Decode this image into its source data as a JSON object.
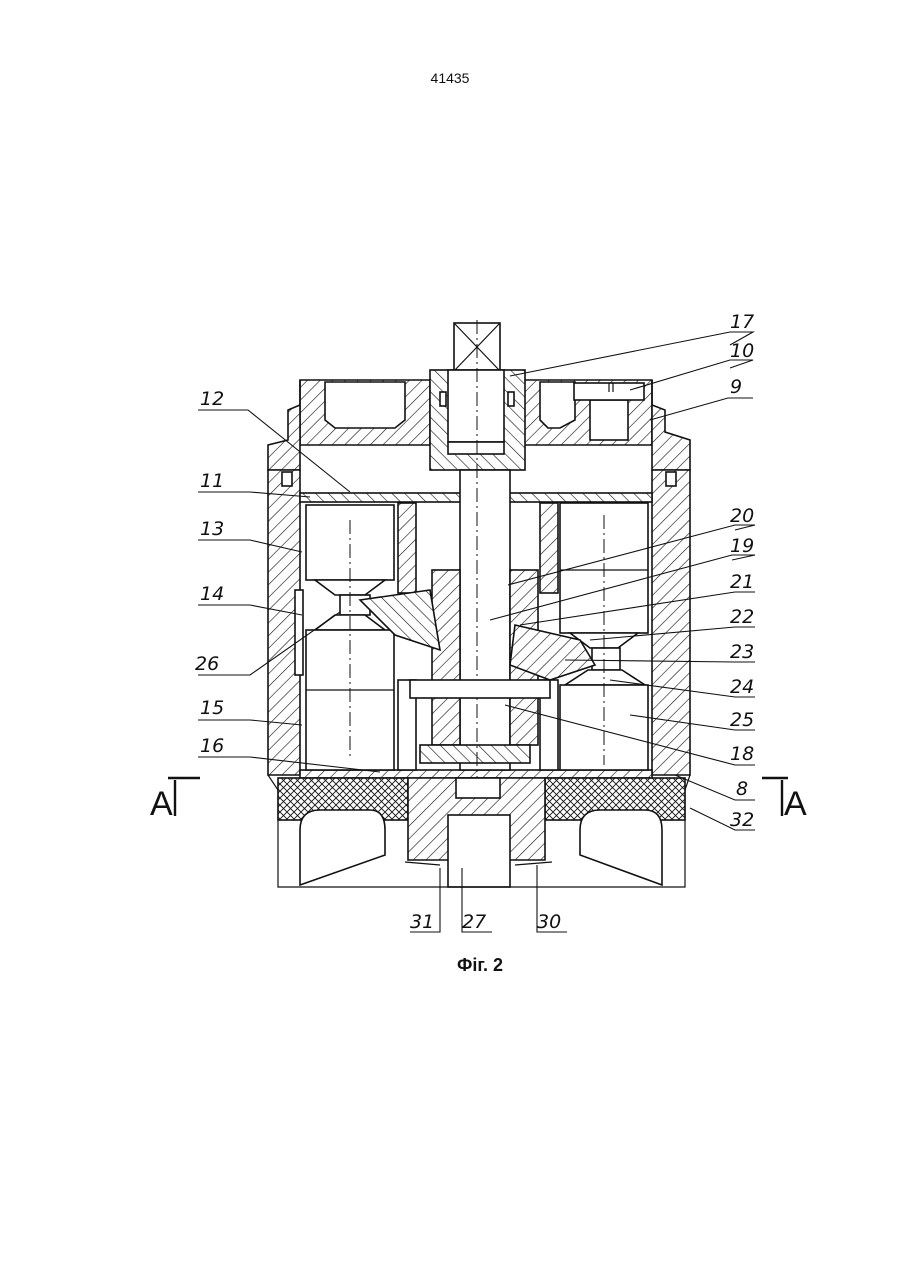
{
  "page_number": "41435",
  "caption": "Фіг. 2",
  "section_labels": {
    "left": "A",
    "right": "A"
  },
  "callouts": [
    {
      "id": "c17",
      "text": "17"
    },
    {
      "id": "c10",
      "text": "10"
    },
    {
      "id": "c9",
      "text": "9"
    },
    {
      "id": "c12",
      "text": "12"
    },
    {
      "id": "c11",
      "text": "11"
    },
    {
      "id": "c13",
      "text": "13"
    },
    {
      "id": "c14",
      "text": "14"
    },
    {
      "id": "c26",
      "text": "26"
    },
    {
      "id": "c15",
      "text": "15"
    },
    {
      "id": "c16",
      "text": "16"
    },
    {
      "id": "c20",
      "text": "20"
    },
    {
      "id": "c19",
      "text": "19"
    },
    {
      "id": "c21",
      "text": "21"
    },
    {
      "id": "c22",
      "text": "22"
    },
    {
      "id": "c23",
      "text": "23"
    },
    {
      "id": "c24",
      "text": "24"
    },
    {
      "id": "c25",
      "text": "25"
    },
    {
      "id": "c18",
      "text": "18"
    },
    {
      "id": "c8",
      "text": "8"
    },
    {
      "id": "c32",
      "text": "32"
    },
    {
      "id": "c31",
      "text": "31"
    },
    {
      "id": "c27",
      "text": "27"
    },
    {
      "id": "c30",
      "text": "30"
    }
  ]
}
